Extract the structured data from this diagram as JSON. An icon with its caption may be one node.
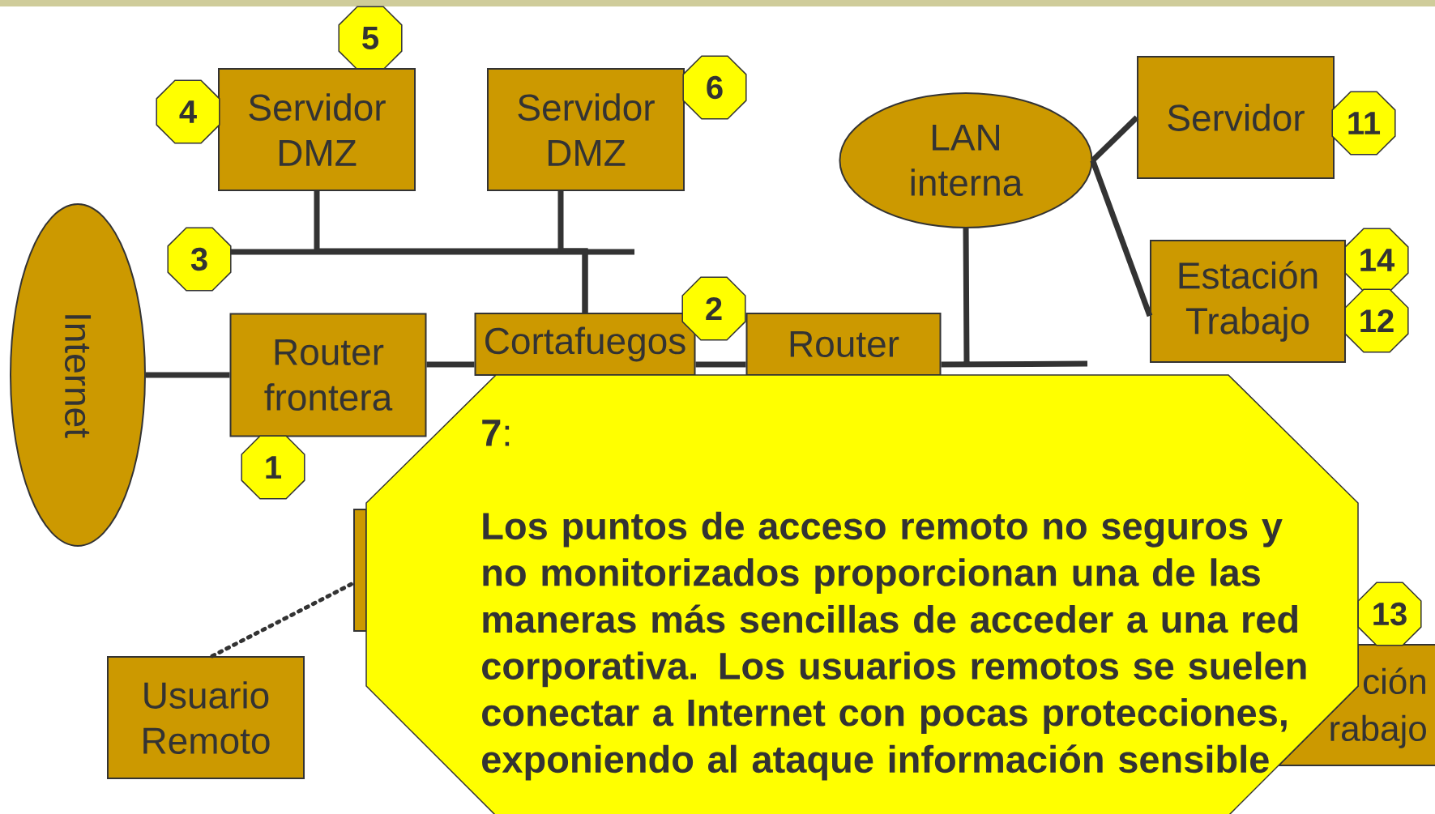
{
  "diagram": {
    "nodes": [
      {
        "text": [
          "5"
        ]
      },
      {
        "text": [
          "Servidor DMZ"
        ]
      },
      {
        "text": [
          "4"
        ]
      },
      {
        "text": [
          "Servidor DMZ"
        ]
      },
      {
        "text": [
          "6"
        ]
      },
      {
        "text": [
          "Servidor"
        ]
      },
      {
        "text": [
          "11"
        ]
      },
      {
        "text": [
          "LAN interna"
        ]
      },
      {
        "text": [
          "3"
        ]
      },
      {
        "text": [
          "Estación Trabajo"
        ]
      },
      {
        "text": [
          "14"
        ]
      },
      {
        "text": [
          "12"
        ]
      },
      {
        "text": [
          "Internet"
        ]
      },
      {
        "text": [
          "Router frontera"
        ]
      },
      {
        "text": [
          "Cortafuegos"
        ]
      },
      {
        "text": [
          "2"
        ]
      },
      {
        "text": [
          "Router"
        ]
      },
      {
        "text": [
          "1"
        ]
      },
      {
        "text": [],
        "shape": "box"
      },
      {
        "text": [
          "**7**:",
          "Los puntos de acceso remoto no seguros y no monitorizados proporcionan una de las maneras más sencillas de acceder a una red corporativa. Los usuarios remotos se suelen conectar a Internet con pocas protecciones, exponiendo al ataque información sensible"
        ]
      },
      {
        "text": [
          "13"
        ]
      },
      {
        "text": [
          "ción rabajo"
        ]
      },
      {
        "text": [
          "Usuario Remoto"
        ]
      }
    ],
    "edges": [
      {
        "from": 1,
        "to": 14,
        "arrow": "none"
      },
      {
        "from": 3,
        "to": 14,
        "arrow": "none"
      },
      {
        "from": 12,
        "to": 13,
        "arrow": "none"
      },
      {
        "from": 13,
        "to": 14,
        "arrow": "none"
      },
      {
        "from": 14,
        "to": 16,
        "arrow": "none"
      },
      {
        "from": 16,
        "to": 7,
        "arrow": "none"
      },
      {
        "from": 7,
        "to": 5,
        "arrow": "none"
      },
      {
        "from": 7,
        "to": 9,
        "arrow": "none"
      },
      {
        "from": 22,
        "to": 18,
        "arrow": "none",
        "style": "dashed"
      }
    ]
  }
}
